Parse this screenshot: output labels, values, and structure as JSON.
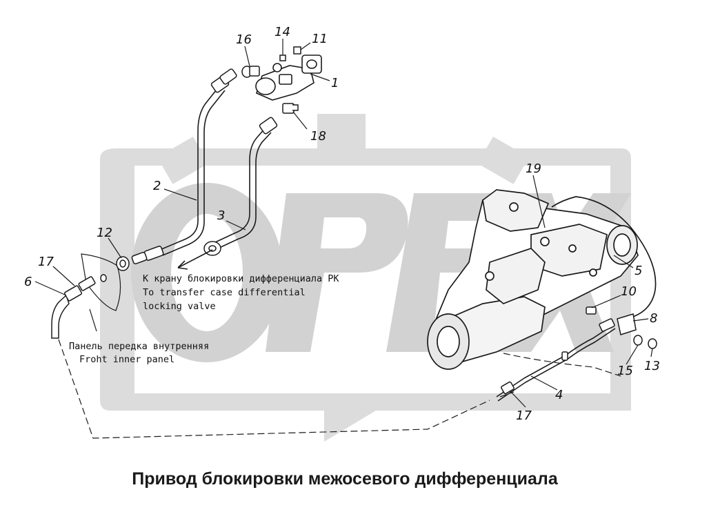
{
  "caption": "Привод блокировки межосевого дифференциала",
  "notes": {
    "valve_ru": "К крану блокировки дифференциала РК",
    "valve_en1": "To transfer case differential",
    "valve_en2": "locking valve",
    "panel_ru": "Панель передка внутренняя",
    "panel_en": "Froht inner panel"
  },
  "callouts": [
    "16",
    "14",
    "11",
    "1",
    "18",
    "2",
    "3",
    "12",
    "17",
    "6",
    "19",
    "5",
    "10",
    "8",
    "13",
    "15",
    "4",
    "17"
  ],
  "watermark": {
    "text": "OPEX",
    "color": "#d9d9d9"
  },
  "colors": {
    "line": "#1a1a1a",
    "watermark": "#d9d9d9"
  }
}
